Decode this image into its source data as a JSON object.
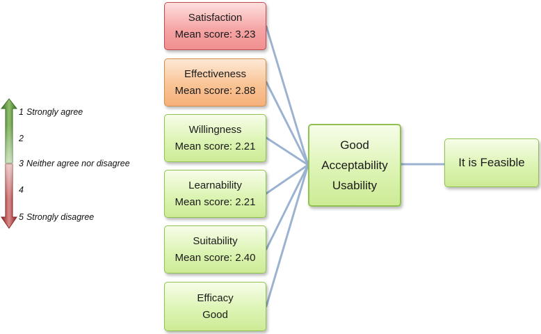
{
  "legend": {
    "items": [
      {
        "number": "1",
        "text": "Strongly  agree"
      },
      {
        "number": "2",
        "text": ""
      },
      {
        "number": "3",
        "text": "Neither agree nor disagree"
      },
      {
        "number": "4",
        "text": ""
      },
      {
        "number": "5",
        "text": "Strongly disagree"
      }
    ],
    "colors": {
      "agree": "#3f7a2a",
      "disagree": "#9c2b2b"
    }
  },
  "criteria": [
    {
      "id": "satisfaction",
      "title": "Satisfaction",
      "value": "Mean score: 3.23",
      "color": "red"
    },
    {
      "id": "effectiveness",
      "title": "Effectiveness",
      "value": "Mean score: 2.88",
      "color": "orange"
    },
    {
      "id": "willingness",
      "title": "Willingness",
      "value": "Mean score: 2.21",
      "color": "green"
    },
    {
      "id": "learnability",
      "title": "Learnability",
      "value": "Mean score: 2.21",
      "color": "green"
    },
    {
      "id": "suitability",
      "title": "Suitability",
      "value": "Mean score: 2.40",
      "color": "green"
    },
    {
      "id": "efficacy",
      "title": "Efficacy",
      "value": "Good",
      "color": "green"
    }
  ],
  "summary": {
    "lines": [
      "Good",
      "Acceptability",
      "Usability"
    ]
  },
  "conclusion": {
    "label": "It is Feasible"
  },
  "connector_color": "#9bb2d0"
}
